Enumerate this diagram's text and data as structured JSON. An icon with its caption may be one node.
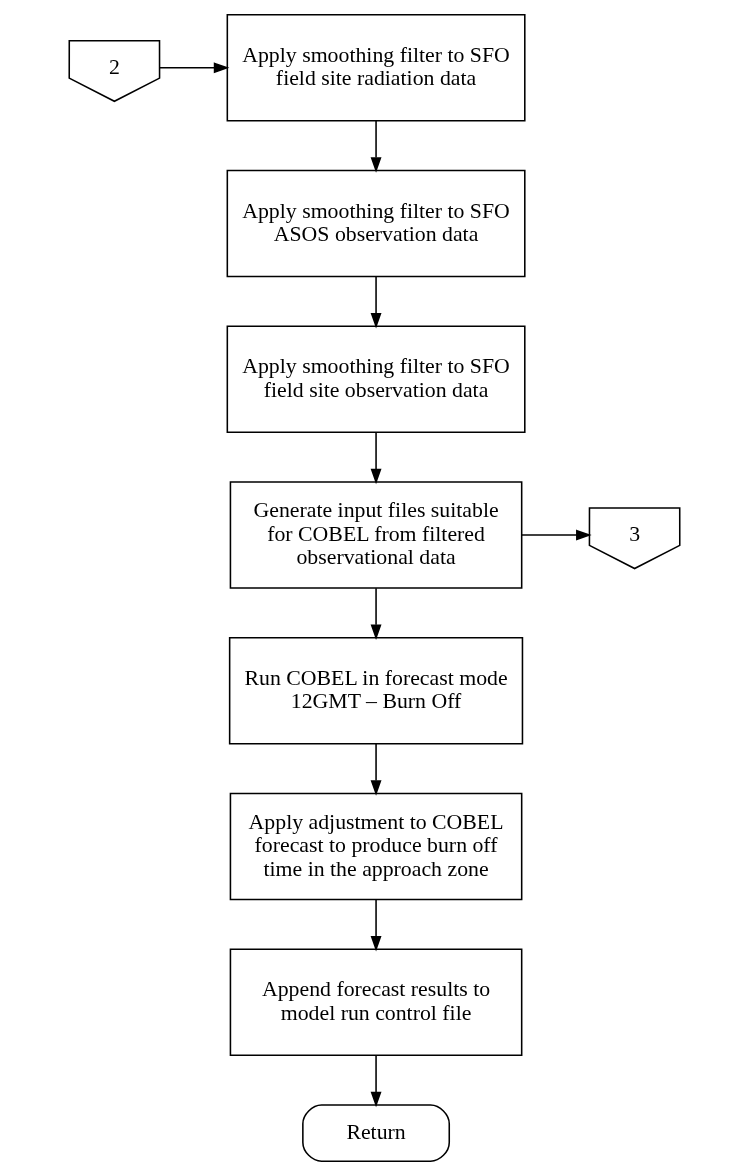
{
  "diagram": {
    "nodes": [
      {
        "text": [
          "2"
        ]
      },
      {
        "text": [
          "Apply smoothing filter to SFO field site radiation data"
        ]
      },
      {
        "text": [
          "Apply smoothing filter to SFO ASOS observation data"
        ]
      },
      {
        "text": [
          "Apply smoothing filter to SFO field site observation data"
        ]
      },
      {
        "text": [
          "Generate input files suitable for COBEL from filtered observational data"
        ]
      },
      {
        "text": [
          "3"
        ]
      },
      {
        "text": [
          "Run COBEL in forecast mode 12GMT – Burn Off"
        ]
      },
      {
        "text": [
          "Apply adjustment to COBEL forecast to produce burn off time in the approach zone"
        ]
      },
      {
        "text": [
          "Append forecast results to model run control file"
        ]
      },
      {
        "text": [
          "Return"
        ]
      }
    ],
    "edges": [
      {
        "from": 0,
        "to": 1,
        "arrow": "to"
      },
      {
        "from": 1,
        "to": 2,
        "arrow": "to"
      },
      {
        "from": 2,
        "to": 3,
        "arrow": "to"
      },
      {
        "from": 3,
        "to": 4,
        "arrow": "to"
      },
      {
        "from": 4,
        "to": 5,
        "arrow": "to"
      },
      {
        "from": 4,
        "to": 6,
        "arrow": "to"
      },
      {
        "from": 6,
        "to": 7,
        "arrow": "to"
      },
      {
        "from": 7,
        "to": 8,
        "arrow": "to"
      },
      {
        "from": 8,
        "to": 9,
        "arrow": "to"
      }
    ]
  }
}
